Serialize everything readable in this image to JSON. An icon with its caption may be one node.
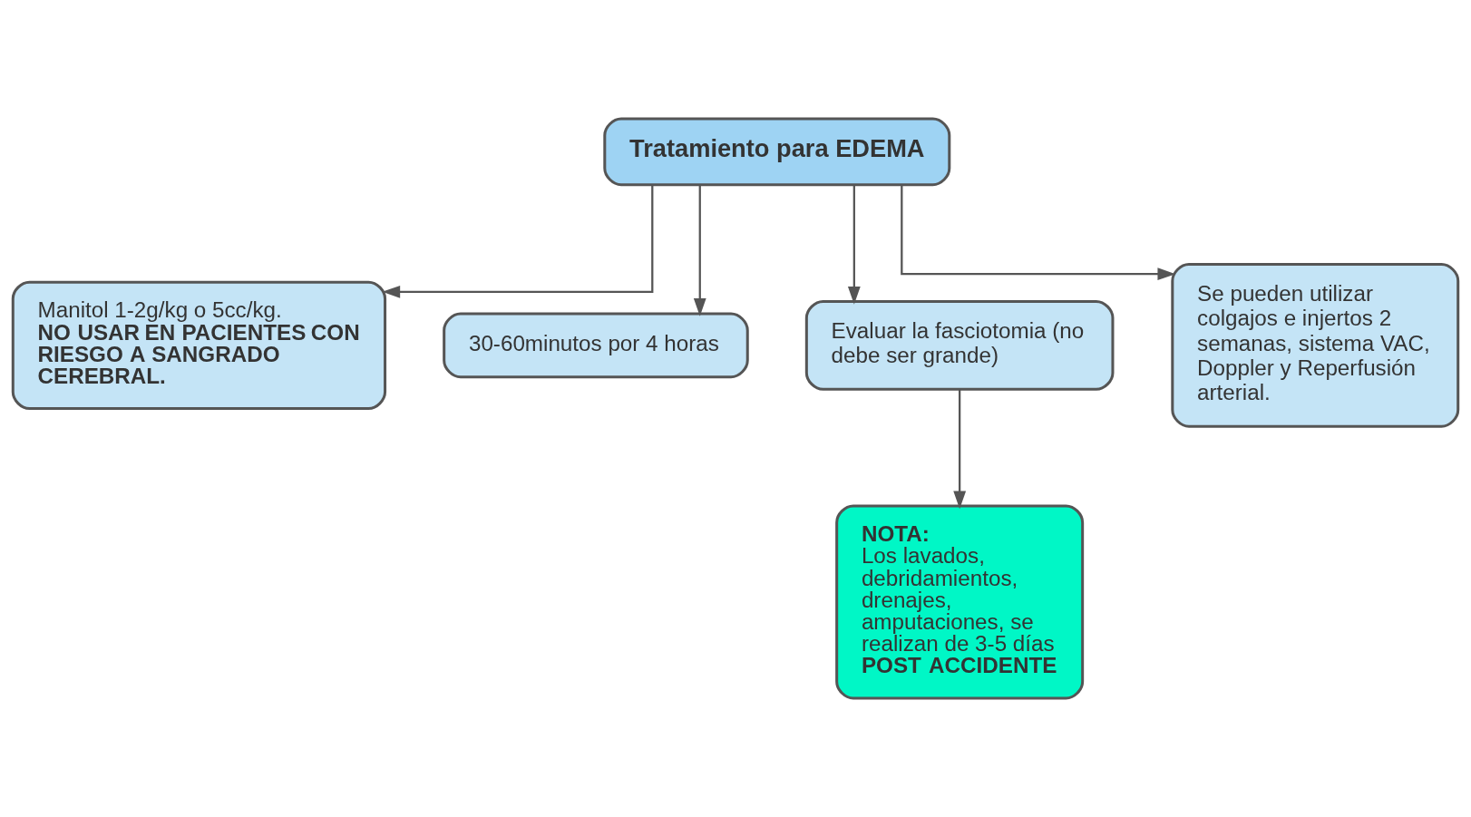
{
  "diagram": {
    "nodes": [
      {
        "text": [
          "Tratamiento para EDEMA"
        ]
      },
      {
        "text": [
          "Manitol 1-2g/kg o 5cc/kg. **NO USAR EN PACIENTES CON RIESGO A SANGRADO CEREBRAL.**"
        ]
      },
      {
        "text": [
          "30-60minutos por 4 horas"
        ]
      },
      {
        "text": [
          "Evaluar la fasciotomia (no debe ser grande)"
        ]
      },
      {
        "text": [
          "Se pueden utilizar colgajos e injertos 2 semanas, sistema VAC, Doppler y Reperfusión arterial."
        ]
      },
      {
        "text": [
          "NOTA:",
          "Los lavados, debridamientos, drenajes, amputaciones, se realizan de 3-5 días **POST ACCIDENTE**"
        ]
      }
    ],
    "edges": [
      {
        "from": 0,
        "to": 1,
        "arrow": "to"
      },
      {
        "from": 0,
        "to": 2,
        "arrow": "to"
      },
      {
        "from": 0,
        "to": 3,
        "arrow": "to"
      },
      {
        "from": 0,
        "to": 4,
        "arrow": "to"
      },
      {
        "from": 3,
        "to": 5,
        "arrow": "to"
      }
    ]
  }
}
